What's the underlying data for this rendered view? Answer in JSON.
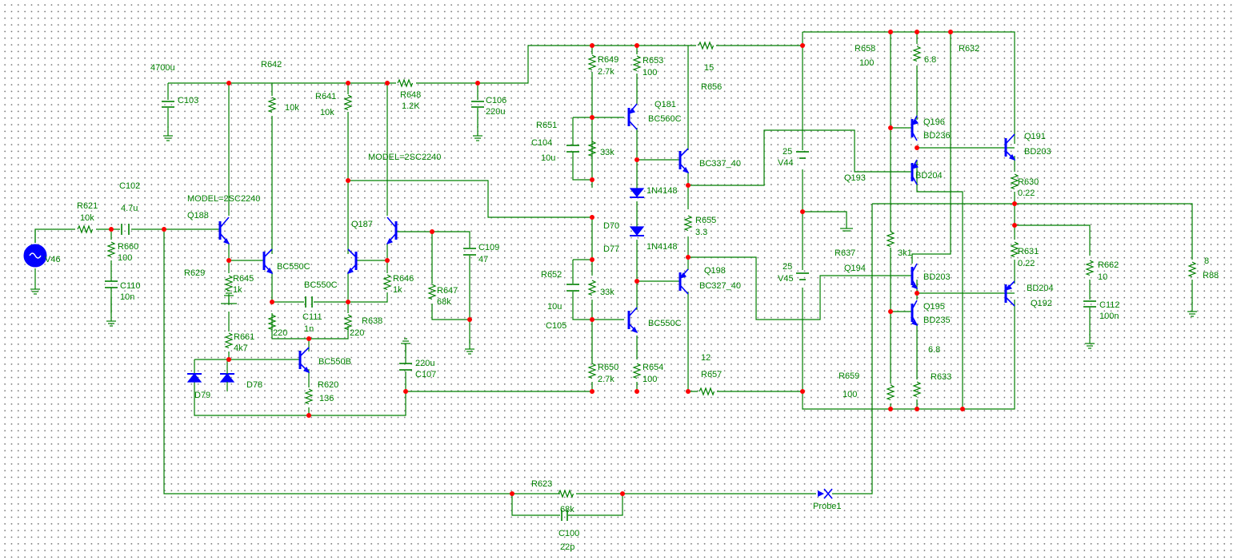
{
  "colors": {
    "wire": "#008000",
    "junction": "#ff0000",
    "device": "#0000ff",
    "label": "#008000",
    "grid": "#7a7a7a"
  },
  "source": {
    "name": "V46"
  },
  "labels": {
    "c103_val": "4700u",
    "r642": "R642",
    "c103": "C103",
    "r641": "R641",
    "r641_val": "10k",
    "r642_val": "10k",
    "r648": "R648",
    "r648_val": "1.2K",
    "c106": "C106",
    "c106_val": "220u",
    "model1": "MODEL=2SC2240",
    "model2": "MODEL=2SC2240",
    "c102": "C102",
    "c102_val": "4.7u",
    "r621": "R621",
    "r621_val": "10k",
    "r660": "R660",
    "r660_val": "100",
    "c110": "C110",
    "c110_val": "10n",
    "q188": "Q188",
    "q187": "Q187",
    "r629": "R629",
    "r645": "R645",
    "r645_val": "1k",
    "bc550c_a": "BC550C",
    "bc550c_b": "BC550C",
    "r646": "R646",
    "r646_val": "1k",
    "c109": "C109",
    "c109_val": "47",
    "r647": "R647",
    "r647_val": "68k",
    "r629_val": "220",
    "c111": "C111",
    "c111_val": "1n",
    "r638": "R638",
    "r638_val": "220",
    "r661": "R661",
    "r661_val": "4k7",
    "bc550b": "BC550B",
    "d78": "D78",
    "d79": "D79",
    "r620": "R620",
    "r620_val": "136",
    "c107_val": "220u",
    "c107": "C107",
    "r649": "R649",
    "r649_val": "2.7k",
    "r653": "R653",
    "r653_val": "100",
    "r656_val": "15",
    "r656": "R656",
    "q181": "Q181",
    "bc560c": "BC560C",
    "r651": "R651",
    "c104": "C104",
    "c104_val": "10u",
    "r651_val": "33k",
    "bc337": "BC337_40",
    "d1n4148a": "1N4148",
    "d70": "D70",
    "d1n4148b": "1N4148",
    "d77": "D77",
    "r655": "R655",
    "r655_val": "3.3",
    "r652": "R652",
    "q198": "Q198",
    "bc327": "BC327_40",
    "c105_val": "10u",
    "r652_val": "33k",
    "c105": "C105",
    "bc550c_c": "BC550C",
    "r650": "R650",
    "r650_val": "2.7k",
    "r654": "R654",
    "r654_val": "100",
    "r657_val": "12",
    "r657": "R657",
    "v44_val": "25",
    "v44": "V44",
    "v45_val": "25",
    "v45": "V45",
    "r637": "R637",
    "r658": "R658",
    "r658_val": "100",
    "r658_b": "6.8",
    "r632": "R632",
    "q196": "Q196",
    "bd236": "BD236",
    "q193": "Q193",
    "bd204_a": "BD204",
    "q191": "Q191",
    "bd203_a": "BD203",
    "r630": "R630",
    "r630_val": "0.22",
    "r631": "R631",
    "r631_val": "0.22",
    "r662": "R662",
    "r662_val": "10",
    "c112": "C112",
    "c112_val": "100n",
    "r88_val": "8",
    "r88": "R88",
    "q194": "Q194",
    "bd203_b": "BD203",
    "bd204_b": "BD204",
    "q192": "Q192",
    "q195": "Q195",
    "bd235": "BD235",
    "r3k1": "3k1",
    "r633_val": "6.8",
    "r633": "R633",
    "r659": "R659",
    "r659_val": "100",
    "r623": "R623",
    "r623_val": "68k",
    "c100": "C100",
    "c100_val": "22p",
    "probe": "Probe1"
  }
}
